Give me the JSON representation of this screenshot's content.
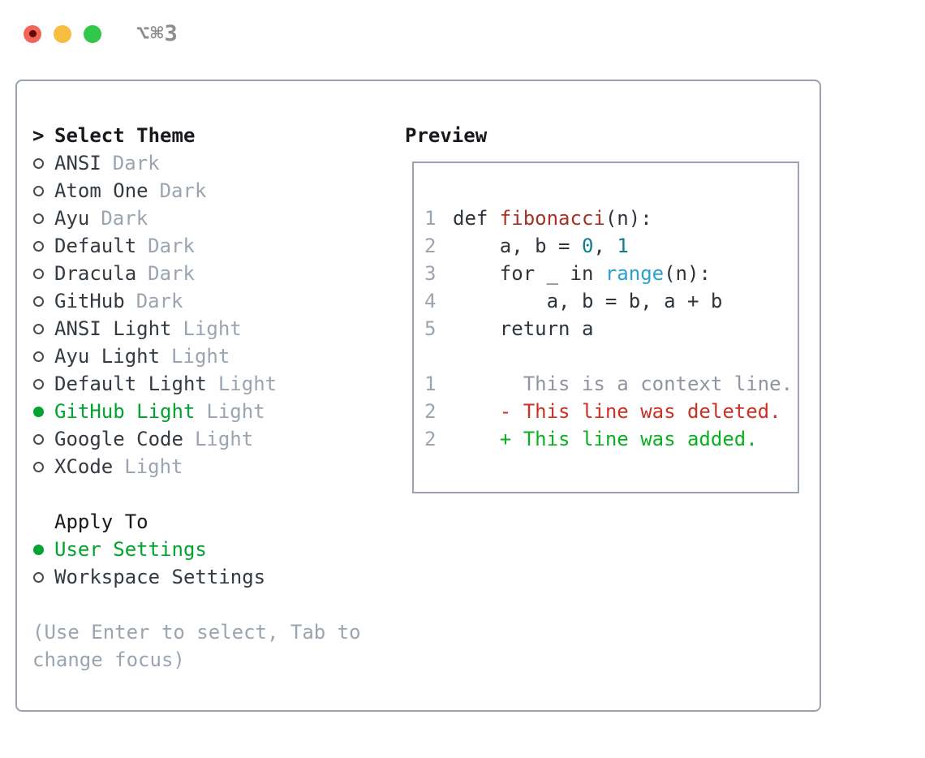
{
  "window": {
    "title": "⌥⌘3",
    "traffic_lights": [
      "close",
      "minimize",
      "zoom"
    ]
  },
  "colors": {
    "selected_green": "#00a42f",
    "added_green": "#0ab121",
    "deleted_red": "#cc3124",
    "function_red": "#a93123",
    "number_teal": "#0f7e8b",
    "builtin_blue": "#2aa0d2",
    "muted_gray": "#9aa5b1",
    "panel_border": "#9aa2ad"
  },
  "theme_picker": {
    "heading_marker": ">",
    "heading": "Select Theme",
    "items": [
      {
        "name": "ANSI",
        "tag": "Dark",
        "selected": false
      },
      {
        "name": "Atom One",
        "tag": "Dark",
        "selected": false
      },
      {
        "name": "Ayu",
        "tag": "Dark",
        "selected": false
      },
      {
        "name": "Default",
        "tag": "Dark",
        "selected": false
      },
      {
        "name": "Dracula",
        "tag": "Dark",
        "selected": false
      },
      {
        "name": "GitHub",
        "tag": "Dark",
        "selected": false
      },
      {
        "name": "ANSI Light",
        "tag": "Light",
        "selected": false
      },
      {
        "name": "Ayu Light",
        "tag": "Light",
        "selected": false
      },
      {
        "name": "Default Light",
        "tag": "Light",
        "selected": false
      },
      {
        "name": "GitHub Light",
        "tag": "Light",
        "selected": true
      },
      {
        "name": "Google Code",
        "tag": "Light",
        "selected": false
      },
      {
        "name": "XCode",
        "tag": "Light",
        "selected": false
      }
    ],
    "apply_to": {
      "heading": "Apply To",
      "options": [
        {
          "name": "User Settings",
          "selected": true
        },
        {
          "name": "Workspace Settings",
          "selected": false
        }
      ]
    },
    "hint": "(Use Enter to select, Tab to change focus)"
  },
  "preview": {
    "heading": "Preview",
    "code_lines": [
      {
        "num": "1",
        "tokens": [
          {
            "text": "def ",
            "type": "plain"
          },
          {
            "text": "fibonacci",
            "type": "func"
          },
          {
            "text": "(n):",
            "type": "plain"
          }
        ]
      },
      {
        "num": "2",
        "tokens": [
          {
            "text": "    a, b = ",
            "type": "plain"
          },
          {
            "text": "0",
            "type": "num"
          },
          {
            "text": ", ",
            "type": "plain"
          },
          {
            "text": "1",
            "type": "num"
          }
        ]
      },
      {
        "num": "3",
        "tokens": [
          {
            "text": "    for _ in ",
            "type": "plain"
          },
          {
            "text": "range",
            "type": "builtin"
          },
          {
            "text": "(n):",
            "type": "plain"
          }
        ]
      },
      {
        "num": "4",
        "tokens": [
          {
            "text": "        a, b = b, a + b",
            "type": "plain"
          }
        ]
      },
      {
        "num": "5",
        "tokens": [
          {
            "text": "    return a",
            "type": "plain"
          }
        ]
      }
    ],
    "diff_lines": [
      {
        "num": "1",
        "text": "      This is a context line.",
        "type": "context"
      },
      {
        "num": "2",
        "text": "    - This line was deleted.",
        "type": "deleted"
      },
      {
        "num": "2",
        "text": "    + This line was added.",
        "type": "added"
      }
    ]
  }
}
